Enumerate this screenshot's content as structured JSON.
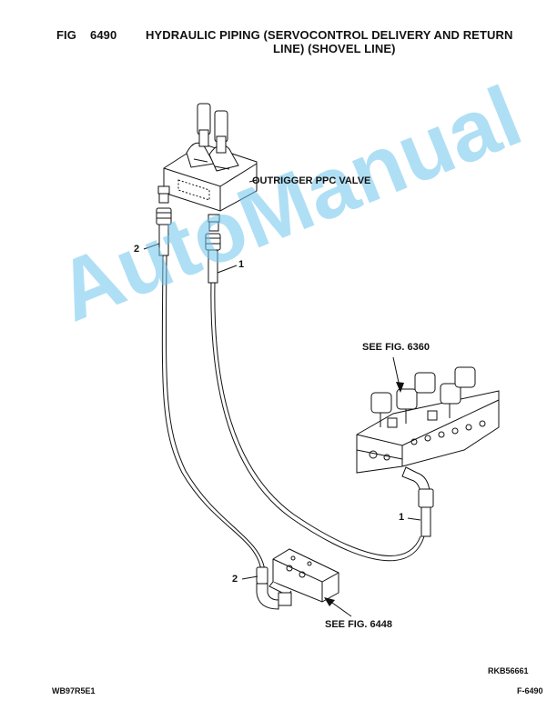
{
  "header": {
    "fig_label": "FIG",
    "fig_number": "6490",
    "title_line1": "HYDRAULIC PIPING (SERVOCONTROL DELIVERY AND RETURN",
    "title_line2": "LINE) (SHOVEL LINE)"
  },
  "callouts": {
    "valve_label": "OUTRIGGER PPC VALVE",
    "see_fig_top": "SEE FIG. 6360",
    "see_fig_bottom": "SEE FIG. 6448",
    "part_1_a": "1",
    "part_2_a": "2",
    "part_1_b": "1",
    "part_2_b": "2"
  },
  "watermark": "AutoManual",
  "footer": {
    "ref_code": "RKB56661",
    "model": "WB97R5E1",
    "page": "F-6490"
  }
}
